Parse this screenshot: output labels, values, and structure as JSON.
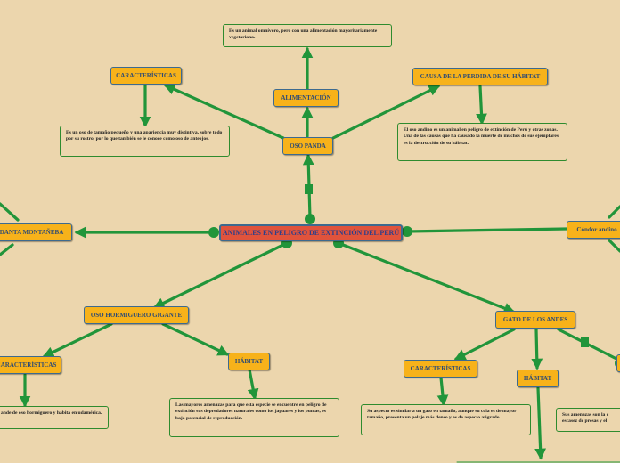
{
  "map": {
    "central": "ANIMALES EN PELIGRO DE EXTINCIÓN DEL PERÚ",
    "oso_panda": "OSO PANDA",
    "alimentacion": "ALIMENTACIÓN",
    "alimentacion_note": "Es un animal omnívoro, pero con una alimentación mayoritariamente vegetariana.",
    "caracteristicas_top": "CARACTERÍSTICAS",
    "caracteristicas_top_note": "Es un oso de tamaño pequeño y una apariencia muy distintiva, sobre todo por su rostro, por lo que también se le conoce como oso de anteojos.",
    "causa": "CAUSA DE LA PERDIDA DE SU HÁBITAT",
    "causa_note": "El oso andino es un animal en peligro de extinción de Perú y otras zonas. Una de las causas que ha causado la muerte de muchos de sus ejemplares es la destrucción de su hábitat.",
    "danta": "DANTA MONTAÑEBA",
    "condor": "Cóndor andino",
    "hormiguero": "OSO HORMIGUERO GIGANTE",
    "caracteristicas_left": "CARACTERÍSTICAS",
    "caracteristicas_left_note": "ande de oso hormiguero y habita en udamérica.",
    "habitat_hormiguero": "HÁBITAT",
    "habitat_hormiguero_note": "Las mayores amenazas para que esta especie se encuentre en peligro de extinción sus depredadores naturales como los jaguares y los pumas, es bajo potencial de reproducción.",
    "gato": "GATO DE LOS ANDES",
    "caracteristicas_gato": "CARACTERÍSTICAS",
    "caracteristicas_gato_note": "Su aspecto es similar a un gato en tamaño, aunque su cola es de mayor tamaño, presenta un pelaje más denso y es de aspecto atigrado.",
    "habitat_gato": "HÁBITAT",
    "amenazas_note": "Sus amenazas son la c escasez de presas y el"
  },
  "colors": {
    "background": "#ecd6ad",
    "connector": "#21953a",
    "node_fill": "#f7b21a",
    "node_text": "#2f4c74",
    "central_fill": "#e0533c",
    "central_text": "#2d3f8a",
    "note_border": "#2e8b2e"
  }
}
